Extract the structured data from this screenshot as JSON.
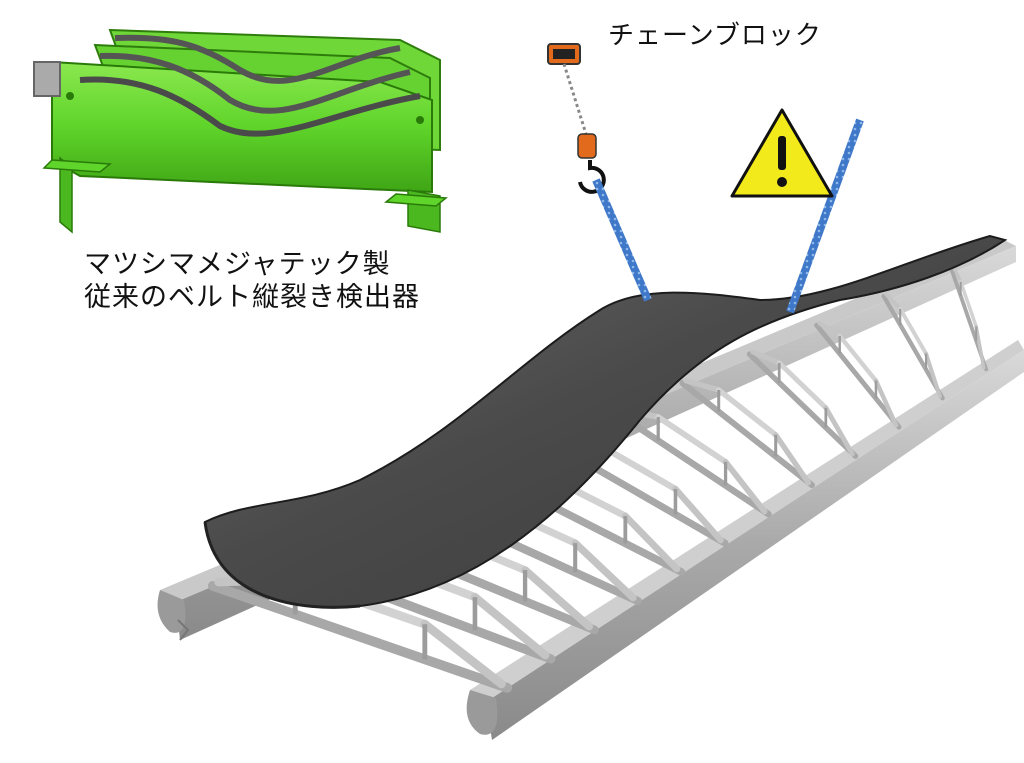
{
  "labels": {
    "chain_block": "チェーンブロック",
    "product_line1": "マツシマメジャテック製",
    "product_line2": "従来のベルト縦裂き検出器"
  },
  "icons": {
    "warning": "warning-icon",
    "hoist": "chain-block-icon",
    "hook": "hook-icon"
  },
  "colors": {
    "detector_green": "#5fd42a",
    "warning_yellow": "#f2ea1a",
    "rope_blue": "#3f78c8",
    "hoist_orange": "#e26a1c",
    "belt": "#4d4d4d",
    "frame": "#b8b8b8"
  }
}
